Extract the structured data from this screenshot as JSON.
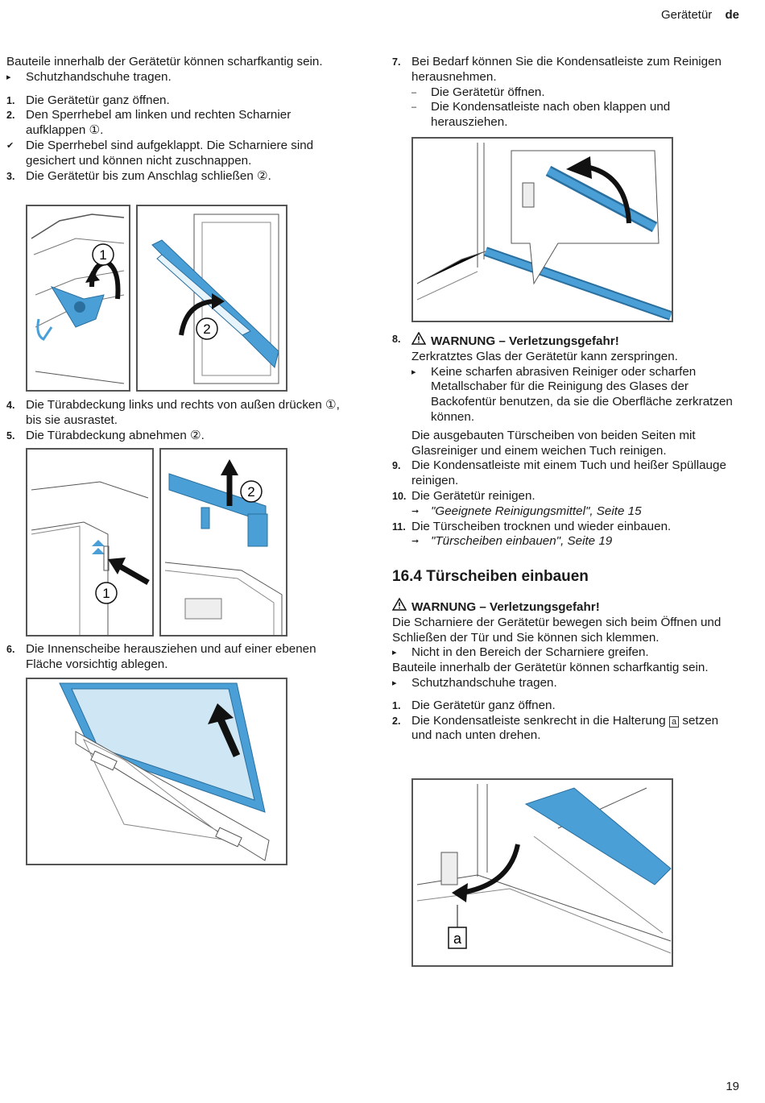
{
  "header": {
    "section": "Gerätetür",
    "lang": "de"
  },
  "page_number": "19",
  "left": {
    "intro_warning": "Bauteile innerhalb der Gerätetür können scharfkantig sein.",
    "intro_action": "Schutzhandschuhe tragen.",
    "step1_num": "1.",
    "step1": "Die Gerätetür ganz öffnen.",
    "step2_num": "2.",
    "step2": "Den Sperrhebel am linken und rechten Scharnier aufklappen ①.",
    "result": "Die Sperrhebel sind aufgeklappt. Die Scharniere sind gesichert und können nicht zuschnappen.",
    "step3_num": "3.",
    "step3": "Die Gerätetür bis zum Anschlag schließen ②.",
    "step4_num": "4.",
    "step4": "Die Türabdeckung links und rechts von außen drücken ①, bis sie ausrastet.",
    "step5_num": "5.",
    "step5": "Die Türabdeckung abnehmen ②.",
    "step6_num": "6.",
    "step6": "Die Innenscheibe herausziehen und auf einer ebenen Fläche vorsichtig ablegen.",
    "fig_labels": {
      "one": "1",
      "two": "2"
    }
  },
  "right": {
    "step7_num": "7.",
    "step7": "Bei Bedarf können Sie die Kondensatleiste zum Reinigen herausnehmen.",
    "step7_sub1": "Die Gerätetür öffnen.",
    "step7_sub2": "Die Kondensatleiste nach oben klappen und herausziehen.",
    "step8_num": "8.",
    "warning_title": "WARNUNG – Verletzungsgefahr!",
    "step8_text": "Zerkratztes Glas der Gerätetür kann zerspringen.",
    "step8_action": "Keine scharfen abrasiven Reiniger oder scharfen Metallschaber für die Reinigung des Glases der Backofentür benutzen, da sie die Oberfläche zerkratzen können.",
    "step8_extra": "Die ausgebauten Türscheiben von beiden Seiten mit Glasreiniger und einem weichen Tuch reinigen.",
    "step9_num": "9.",
    "step9": "Die Kondensatleiste mit einem Tuch und heißer Spüllauge reinigen.",
    "step10_num": "10.",
    "step10": "Die Gerätetür reinigen.",
    "step10_link": "\"Geeignete Reinigungsmittel\", Seite 15",
    "step11_num": "11.",
    "step11": "Die Türscheiben trocknen und wieder einbauen.",
    "step11_link": "\"Türscheiben einbauen\", Seite 19",
    "section_title": "16.4 Türscheiben einbauen",
    "warning2_title": "WARNUNG – Verletzungsgefahr!",
    "warning2_text": "Die Scharniere der Gerätetür bewegen sich beim Öffnen und Schließen der Tür und Sie können sich klemmen.",
    "warning2_action": "Nicht in den Bereich der Scharniere greifen.",
    "warning2_text2": "Bauteile innerhalb der Gerätetür können scharfkantig sein.",
    "warning2_action2": "Schutzhandschuhe tragen.",
    "inst1_num": "1.",
    "inst1": "Die Gerätetür ganz öffnen.",
    "inst2_num": "2.",
    "inst2_a": "Die Kondensatleiste senkrecht in die Halterung",
    "inst2_box": "a",
    "inst2_b": "setzen und nach unten drehen.",
    "fig_label_a": "a"
  },
  "glyphs": {
    "triangle": "▸",
    "check": "✔",
    "dash": "–",
    "arrow": "➞"
  },
  "colors": {
    "accent_blue": "#4a9fd6",
    "line": "#555555"
  }
}
